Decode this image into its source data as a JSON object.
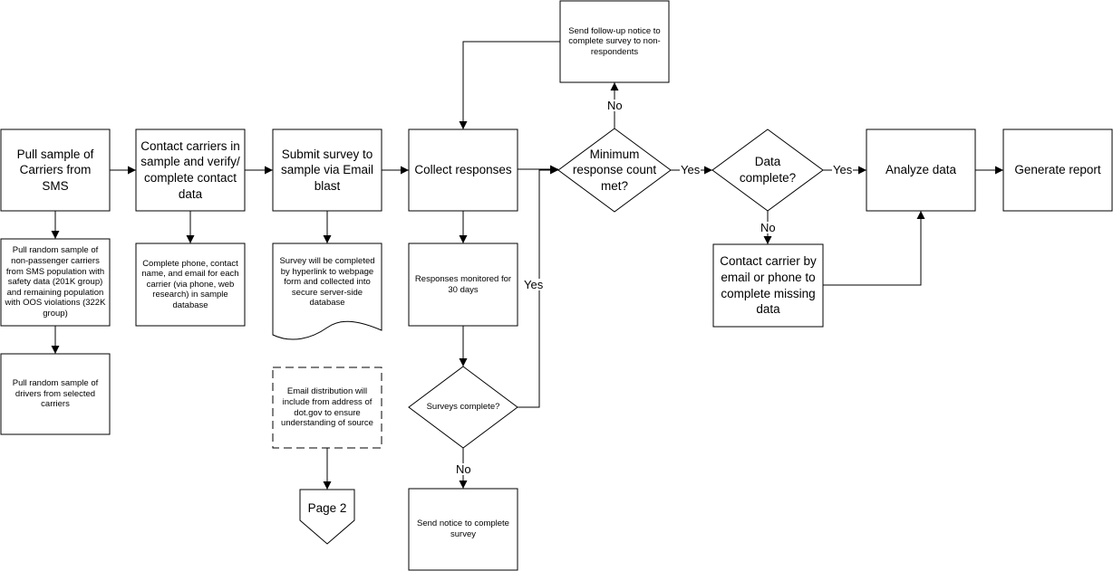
{
  "nodes": {
    "pull_sample": "Pull sample of Carriers from SMS",
    "contact_carriers": "Contact carriers in sample and verify/ complete contact data",
    "submit_survey": "Submit survey to sample via Email blast",
    "collect_responses": "Collect responses",
    "min_response": "Minimum response count met?",
    "data_complete": "Data complete?",
    "analyze": "Analyze data",
    "generate_report": "Generate report",
    "follow_up": "Send follow-up notice to complete survey to non-respondents",
    "random_carriers": "Pull random sample of non-passenger carriers from SMS population with safety data (201K group) and remaining population with OOS violations (322K group)",
    "random_drivers": "Pull random sample of drivers from selected carriers",
    "complete_phone": "Complete phone, contact name, and email for each carrier (via phone, web research) in sample database",
    "survey_doc": "Survey will be completed by hyperlink to webpage form and collected into secure server-side database",
    "email_note": "Email distribution will include from address of dot.gov to ensure understanding of source",
    "page2": "Page 2",
    "responses_monitored": "Responses monitored for 30 days",
    "surveys_complete": "Surveys complete?",
    "send_notice": "Send notice to complete survey",
    "contact_missing": "Contact carrier by email or phone to complete missing data"
  },
  "labels": {
    "no_followup": "No",
    "yes_min": "Yes",
    "yes_data": "Yes",
    "no_data": "No",
    "yes_surveys": "Yes",
    "no_surveys": "No"
  }
}
